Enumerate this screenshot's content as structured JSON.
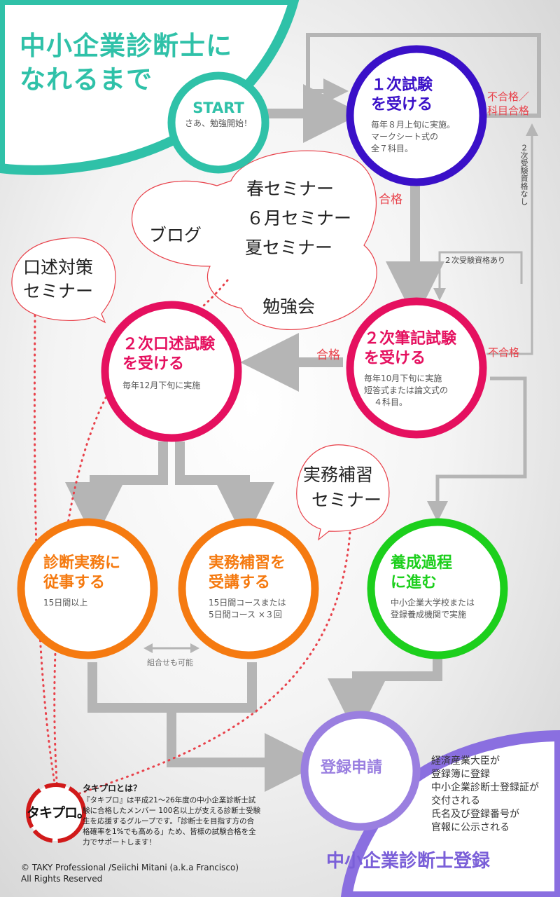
{
  "title": {
    "line1": "中小企業診断士に",
    "line2": "なれるまで"
  },
  "nodes": {
    "start": {
      "title": "START",
      "desc": "さあ、勉強開始！",
      "color": "#2fc1a8"
    },
    "exam1": {
      "title1": "１次試験",
      "title2": "を受ける",
      "desc1": "毎年８月上旬に実施。",
      "desc2": "マークシート式の",
      "desc3": "全７科目。",
      "color": "#3a10c8"
    },
    "exam2w": {
      "title1": "２次筆記試験",
      "title2": "を受ける",
      "desc1": "毎年10月下旬に実施",
      "desc2": "短答式または論文式の",
      "desc3": "４科目。",
      "color": "#e5105f"
    },
    "exam2o": {
      "title1": "２次口述試験",
      "title2": "を受ける",
      "desc1": "毎年12月下旬に実施",
      "color": "#e5105f"
    },
    "practice": {
      "title1": "診断実務に",
      "title2": "従事する",
      "desc1": "15日間以上",
      "color": "#f57a10"
    },
    "training": {
      "title1": "実務補習を",
      "title2": "受講する",
      "desc1": "15日間コースまたは",
      "desc2": "5日間コース ×３回",
      "color": "#f57a10"
    },
    "course": {
      "title1": "養成過程",
      "title2": "に進む",
      "desc1": "中小企業大学校または",
      "desc2": "登録養成機関で実施",
      "color": "#1ccf1c"
    },
    "register": {
      "title": "登録申請",
      "color": "#9a7fe0"
    }
  },
  "labels": {
    "fail_partial1": "不合格／",
    "fail_partial2": "科目合格",
    "pass1": "合格",
    "no_qual": "２次受験資格なし",
    "has_qual": "２次受験資格あり",
    "fail2": "不合格",
    "pass2": "合格",
    "combo": "組合せも可能"
  },
  "bubbles": {
    "blog": "ブログ",
    "spring": "春セミナー",
    "june": "６月セミナー",
    "summer": "夏セミナー",
    "study": "勉強会",
    "oral1": "口述対策",
    "oral2": "セミナー",
    "jitsumu1": "実務補習",
    "jitsumu2": "セミナー"
  },
  "registration": {
    "lines": [
      "経済産業大臣が",
      "登録簿に登録",
      "中小企業診断士登録証が",
      "交付される",
      "氏名及び登録番号が",
      "官報に公示される"
    ],
    "final": "中小企業診断士登録"
  },
  "about": {
    "heading": "タキプロとは？",
    "lines": [
      "『タキプロ』は平成21〜26年度の中小企業診断士試",
      "験に合格したメンバー 100名以上が支える診断士受験",
      "生を応援するグループです。「診断士を目指す方の合",
      "格確率を1%でも高める」ため、皆様の試験合格を全",
      "力でサポートします！"
    ]
  },
  "logo": {
    "text": "タキプロ。"
  },
  "footer": {
    "line1": "© TAKY Professional /Seiichi Mitani (a.k.a Francisco)",
    "line2": "All Rights Reserved"
  }
}
